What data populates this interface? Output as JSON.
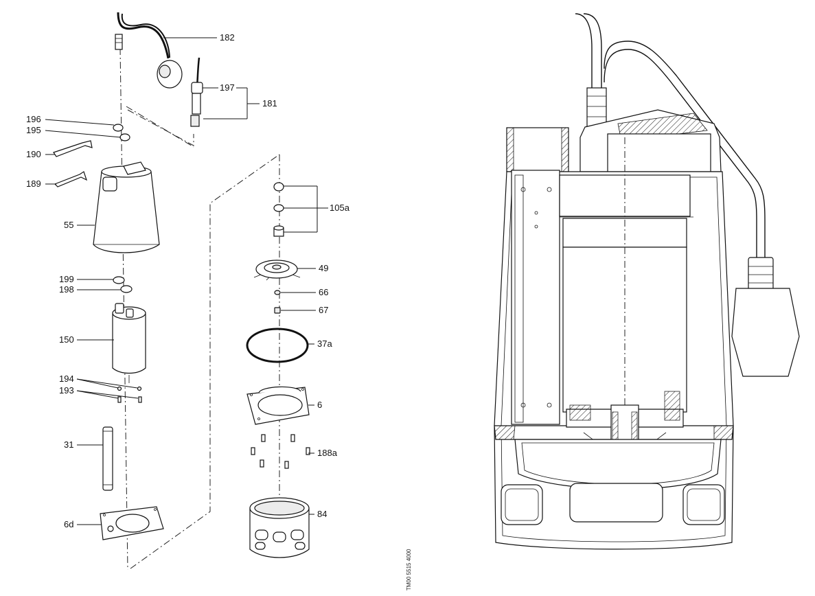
{
  "labels": {
    "p182": "182",
    "p197": "197",
    "p181": "181",
    "p196": "196",
    "p195": "195",
    "p190": "190",
    "p189": "189",
    "p55": "55",
    "p199": "199",
    "p198": "198",
    "p150": "150",
    "p194": "194",
    "p193": "193",
    "p31": "31",
    "p6d": "6d",
    "p105a": "105a",
    "p49": "49",
    "p66": "66",
    "p67": "67",
    "p37a": "37a",
    "p6": "6",
    "p188a": "188a",
    "p84": "84"
  },
  "drawing_ref": "TM00 5515 4000",
  "colors": {
    "line": "#111111",
    "shade": "#ececec",
    "background": "#ffffff"
  }
}
